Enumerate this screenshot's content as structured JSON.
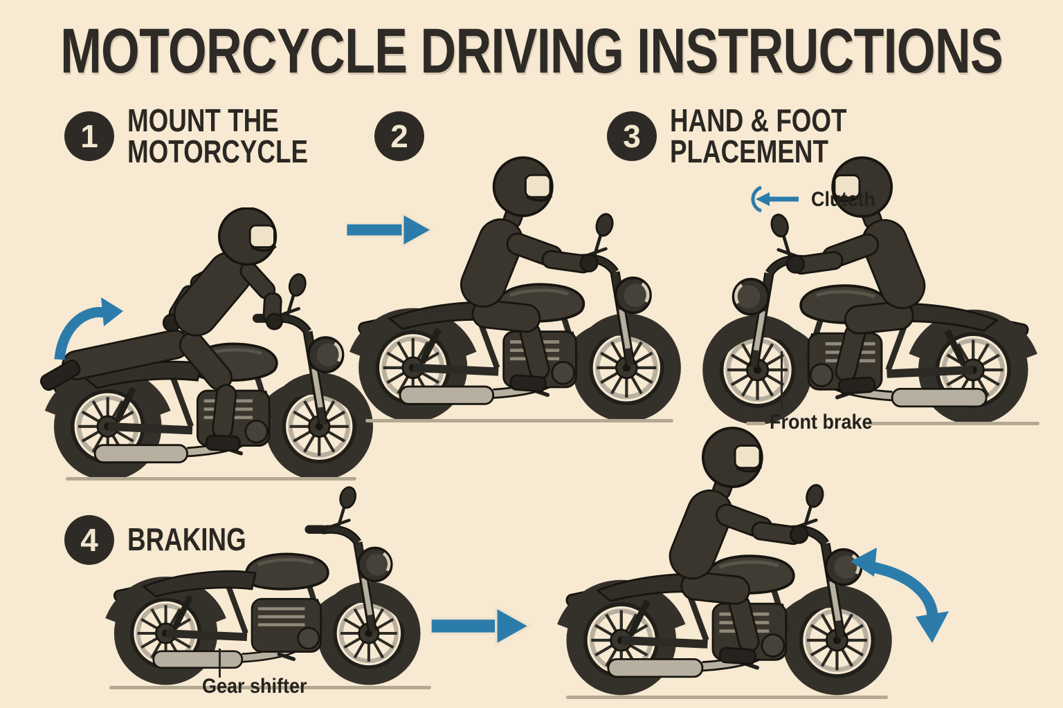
{
  "title": "MOTORCYCLE DRIVING INSTRUCTIONS",
  "steps": [
    {
      "number": "1",
      "line1": "MOUNT THE",
      "line2": "MOTORCYCLE"
    },
    {
      "number": "2",
      "line1": "",
      "line2": ""
    },
    {
      "number": "3",
      "line1": "HAND & FOOT",
      "line2": "PLACEMENT"
    },
    {
      "number": "4",
      "line1": "BRAKING",
      "line2": ""
    }
  ],
  "annotations": {
    "clutch": "Clutcth",
    "front_brake": "Front  brake",
    "gear_shifter": "Gear shifter"
  },
  "colors": {
    "background": "#f7e9d2",
    "ink": "#2b2823",
    "badge": "#2e2b26",
    "badge_text": "#f3e7cf",
    "arrow_blue": "#2c7cab",
    "metal_gray": "#b7afa0",
    "ground": "#b3a992"
  }
}
